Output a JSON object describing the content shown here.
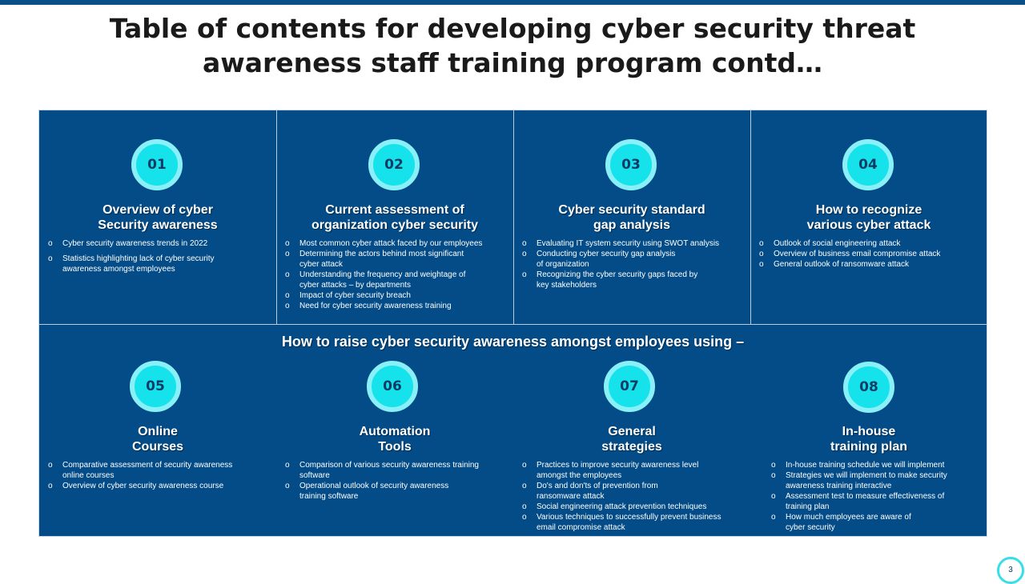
{
  "title_line1": "Table of contents for developing cyber security threat",
  "title_line2": "awareness staff training program contd…",
  "section_heading": "How to raise cyber security awareness amongst employees using –",
  "page_number": "3",
  "colors": {
    "panel": "#034c88",
    "badge": "#16e2ec",
    "badge_ring": "#88f0f6",
    "top_bar": "#0a4f86"
  },
  "cards": [
    {
      "number": "01",
      "title_line1": "Overview of cyber",
      "title_line2": "Security awareness",
      "bullets": [
        [
          "Cyber security awareness trends in 2022"
        ],
        [
          "Statistics highlighting lack of cyber security",
          "awareness amongst employees"
        ]
      ]
    },
    {
      "number": "02",
      "title_line1": "Current assessment of",
      "title_line2": "organization cyber security",
      "bullets": [
        [
          "Most common cyber attack faced by our employees"
        ],
        [
          "Determining the actors behind most significant",
          "cyber attack"
        ],
        [
          "Understanding the frequency and weightage of",
          "cyber attacks – by departments"
        ],
        [
          "Impact of cyber security breach"
        ],
        [
          "Need for cyber security awareness training"
        ]
      ]
    },
    {
      "number": "03",
      "title_line1": "Cyber security standard",
      "title_line2": "gap analysis",
      "bullets": [
        [
          "Evaluating IT system security using SWOT analysis"
        ],
        [
          "Conducting cyber security gap analysis",
          "of organization"
        ],
        [
          "Recognizing the cyber security gaps faced by",
          "key stakeholders"
        ]
      ]
    },
    {
      "number": "04",
      "title_line1": "How to recognize",
      "title_line2": "various cyber attack",
      "bullets": [
        [
          "Outlook of social engineering attack"
        ],
        [
          "Overview of business email compromise attack"
        ],
        [
          "General outlook of ransomware attack"
        ]
      ]
    },
    {
      "number": "05",
      "title_line1": "Online",
      "title_line2": "Courses",
      "bullets": [
        [
          "Comparative assessment of security awareness",
          "online courses"
        ],
        [
          "Overview of cyber security awareness course"
        ]
      ]
    },
    {
      "number": "06",
      "title_line1": "Automation",
      "title_line2": "Tools",
      "bullets": [
        [
          "Comparison of various security awareness training",
          "software"
        ],
        [
          "Operational outlook of security awareness",
          "training software"
        ]
      ]
    },
    {
      "number": "07",
      "title_line1": "General",
      "title_line2": "strategies",
      "bullets": [
        [
          "Practices to improve security awareness level",
          "amongst the employees"
        ],
        [
          "Do's and don'ts of prevention from",
          "ransomware attack"
        ],
        [
          "Social engineering attack prevention techniques"
        ],
        [
          "Various techniques to successfully prevent business",
          "email compromise attack"
        ]
      ]
    },
    {
      "number": "08",
      "title_line1": "In-house",
      "title_line2": "training plan",
      "bullets": [
        [
          "In-house training schedule we will implement"
        ],
        [
          "Strategies we will implement to make security",
          "awareness training interactive"
        ],
        [
          "Assessment test to measure effectiveness of",
          "training plan"
        ],
        [
          "How much employees are aware of",
          "cyber security"
        ]
      ]
    }
  ]
}
